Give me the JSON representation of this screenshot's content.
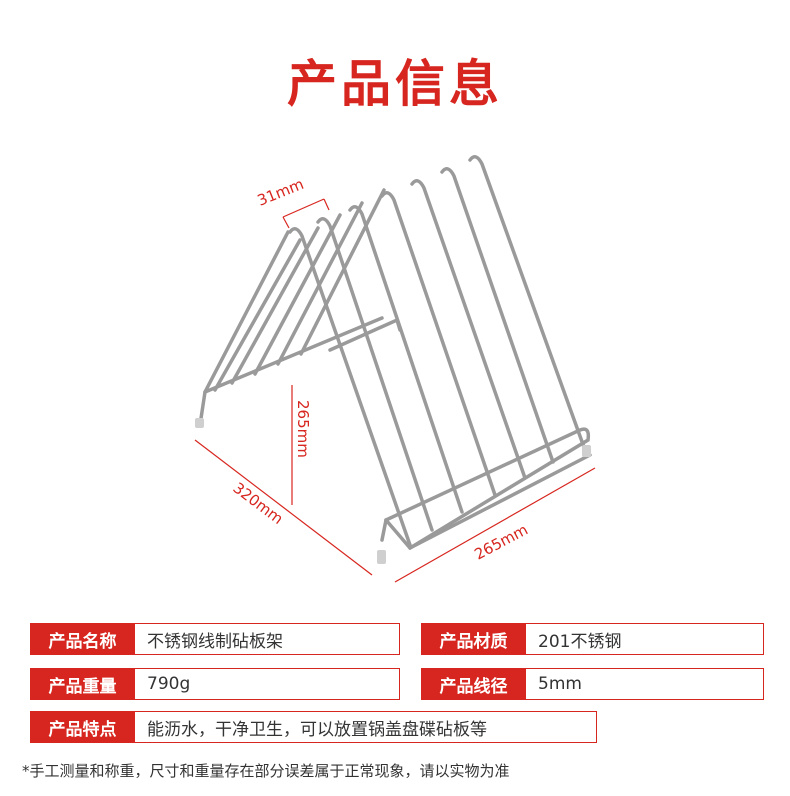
{
  "title": "产品信息",
  "dimensions": {
    "spacing": "31mm",
    "height": "265mm",
    "depth": "320mm",
    "width": "265mm"
  },
  "specs": [
    {
      "label": "产品名称",
      "value": "不锈钢线制砧板架"
    },
    {
      "label": "产品材质",
      "value": "201不锈钢"
    },
    {
      "label": "产品重量",
      "value": "790g"
    },
    {
      "label": "产品线径",
      "value": "5mm"
    },
    {
      "label": "产品特点",
      "value": "能沥水，干净卫生，可以放置锅盖盘碟砧板等"
    }
  ],
  "note": "*手工测量和称重，尺寸和重量存在部分误差属于正常现象，请以实物为准",
  "colors": {
    "accent": "#d7261f",
    "wire": "#a9a9a9"
  }
}
